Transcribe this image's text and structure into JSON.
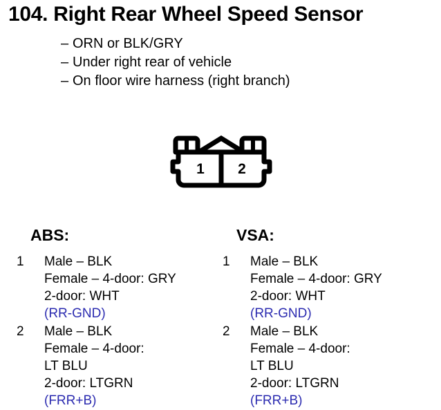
{
  "title": "104. Right Rear Wheel Speed Sensor",
  "bullets": [
    {
      "dash": "–",
      "text": "ORN or BLK/GRY"
    },
    {
      "dash": "–",
      "text": "Under right rear of vehicle"
    },
    {
      "dash": "–",
      "text": "On floor wire harness (right branch)"
    }
  ],
  "connector": {
    "name": "2-pin-connector",
    "pins": [
      {
        "label": "1"
      },
      {
        "label": "2"
      }
    ]
  },
  "colors": {
    "circuit_code": "#2b2bb0",
    "outline": "#000000",
    "background": "#ffffff"
  },
  "columns": [
    {
      "heading": "ABS:",
      "pins": [
        {
          "index": "1",
          "lines": [
            {
              "text": "Male – BLK",
              "code": false
            },
            {
              "text": "Female – 4-door: GRY",
              "code": false
            },
            {
              "text": "2-door: WHT",
              "code": false
            },
            {
              "text": "(RR-GND)",
              "code": true
            }
          ]
        },
        {
          "index": "2",
          "lines": [
            {
              "text": "Male – BLK",
              "code": false
            },
            {
              "text": "Female – 4-door:",
              "code": false
            },
            {
              "text": "LT BLU",
              "code": false
            },
            {
              "text": "2-door: LTGRN",
              "code": false
            },
            {
              "text": "(FRR+B)",
              "code": true
            }
          ]
        }
      ]
    },
    {
      "heading": "VSA:",
      "pins": [
        {
          "index": "1",
          "lines": [
            {
              "text": "Male – BLK",
              "code": false
            },
            {
              "text": "Female – 4-door: GRY",
              "code": false
            },
            {
              "text": "2-door: WHT",
              "code": false
            },
            {
              "text": "(RR-GND)",
              "code": true
            }
          ]
        },
        {
          "index": "2",
          "lines": [
            {
              "text": "Male – BLK",
              "code": false
            },
            {
              "text": "Female – 4-door:",
              "code": false
            },
            {
              "text": "LT BLU",
              "code": false
            },
            {
              "text": "2-door: LTGRN",
              "code": false
            },
            {
              "text": "(FRR+B)",
              "code": true
            }
          ]
        }
      ]
    }
  ]
}
